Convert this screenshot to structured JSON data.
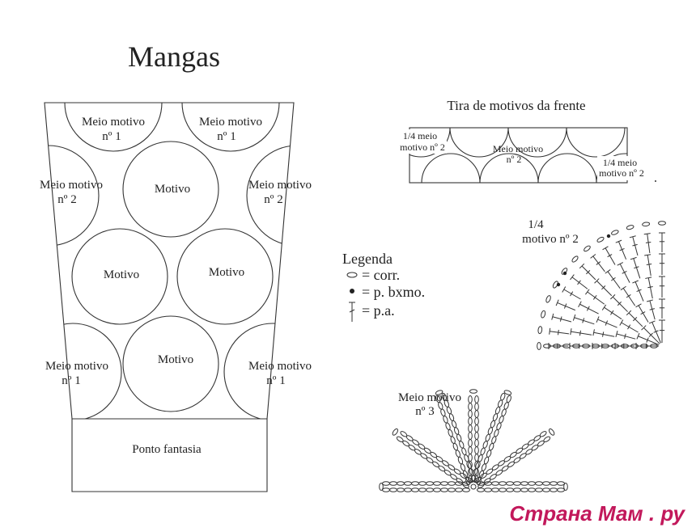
{
  "title": "Mangas",
  "sleeve": {
    "labels": {
      "top_left_1": "Meio motivo",
      "top_left_2": "nº 1",
      "top_right_1": "Meio motivo",
      "top_right_2": "nº 1",
      "mid_left_1": "Meio motivo",
      "mid_left_2": "nº 2",
      "mid_right_1": "Meio motivo",
      "mid_right_2": "nº 2",
      "bot_left_1": "Meio motivo",
      "bot_left_2": "nº 1",
      "bot_right_1": "Meio motivo",
      "bot_right_2": "nº 1",
      "motivo_top": "Motivo",
      "motivo_left": "Motivo",
      "motivo_right": "Motivo",
      "motivo_bottom": "Motivo"
    },
    "cuff": "Ponto fantasia"
  },
  "strip": {
    "title": "Tira de motivos da frente",
    "left_1": "1/4 meio",
    "left_2": "motivo nº 2",
    "center_1": "Meio motivo",
    "center_2": "nº 2",
    "right_1": "1/4 meio",
    "right_2": "motivo nº 2"
  },
  "quarter": {
    "label_1": "1/4",
    "label_2": "motivo nº 2"
  },
  "half3": {
    "label_1": "Meio motivo",
    "label_2": "nº 3"
  },
  "legend": {
    "title": "Legenda",
    "items": [
      {
        "icon": "chain-oval-icon",
        "label": "= corr."
      },
      {
        "icon": "dot-icon",
        "label": "= p. bxmo."
      },
      {
        "icon": "double-crochet-icon",
        "label": "= p.a."
      }
    ]
  },
  "watermark": "Страна Мам . ру"
}
